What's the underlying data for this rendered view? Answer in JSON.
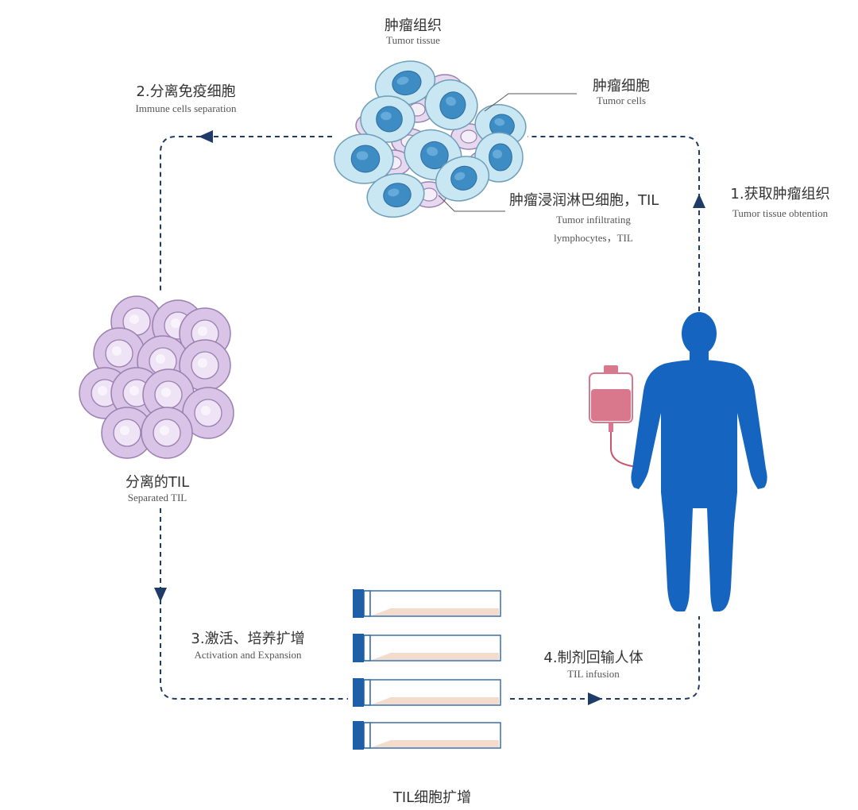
{
  "colors": {
    "arrow": "#1f3b68",
    "tumor_cell_fill": "#c9e6f3",
    "tumor_cell_stroke": "#6e9fb8",
    "tumor_nucleus": "#3d8cc4",
    "til_fill": "#e6d8ee",
    "til_stroke": "#9a7fb0",
    "body": "#1565c0",
    "flask_cap": "#1f5fa8",
    "medium": "#f3dccb",
    "iv_bag": "#d9788d"
  },
  "labels": {
    "tumor_tissue_zh": "肿瘤组织",
    "tumor_tissue_en": "Tumor tissue",
    "step2_zh": "2.分离免疫细胞",
    "step2_en": "Immune cells separation",
    "tumor_cells_zh": "肿瘤细胞",
    "tumor_cells_en": "Tumor cells",
    "til_zh": "肿瘤浸润淋巴细胞，TIL",
    "til_en_1": "Tumor infiltrating",
    "til_en_2": "lymphocytes，TIL",
    "step1_zh": "1.获取肿瘤组织",
    "step1_en": "Tumor tissue obtention",
    "separated_zh": "分离的TIL",
    "separated_en": "Separated TIL",
    "step3_zh": "3.激活、培养扩增",
    "step3_en": "Activation and Expansion",
    "step4_zh": "4.制剂回输人体",
    "step4_en": "TIL infusion",
    "expansion_zh": "TIL细胞扩增"
  },
  "icons": [
    "tumor-tissue-illustration",
    "separated-til-illustration",
    "culture-flask-icon",
    "human-body-icon",
    "iv-bag-icon",
    "arrow-icon"
  ]
}
